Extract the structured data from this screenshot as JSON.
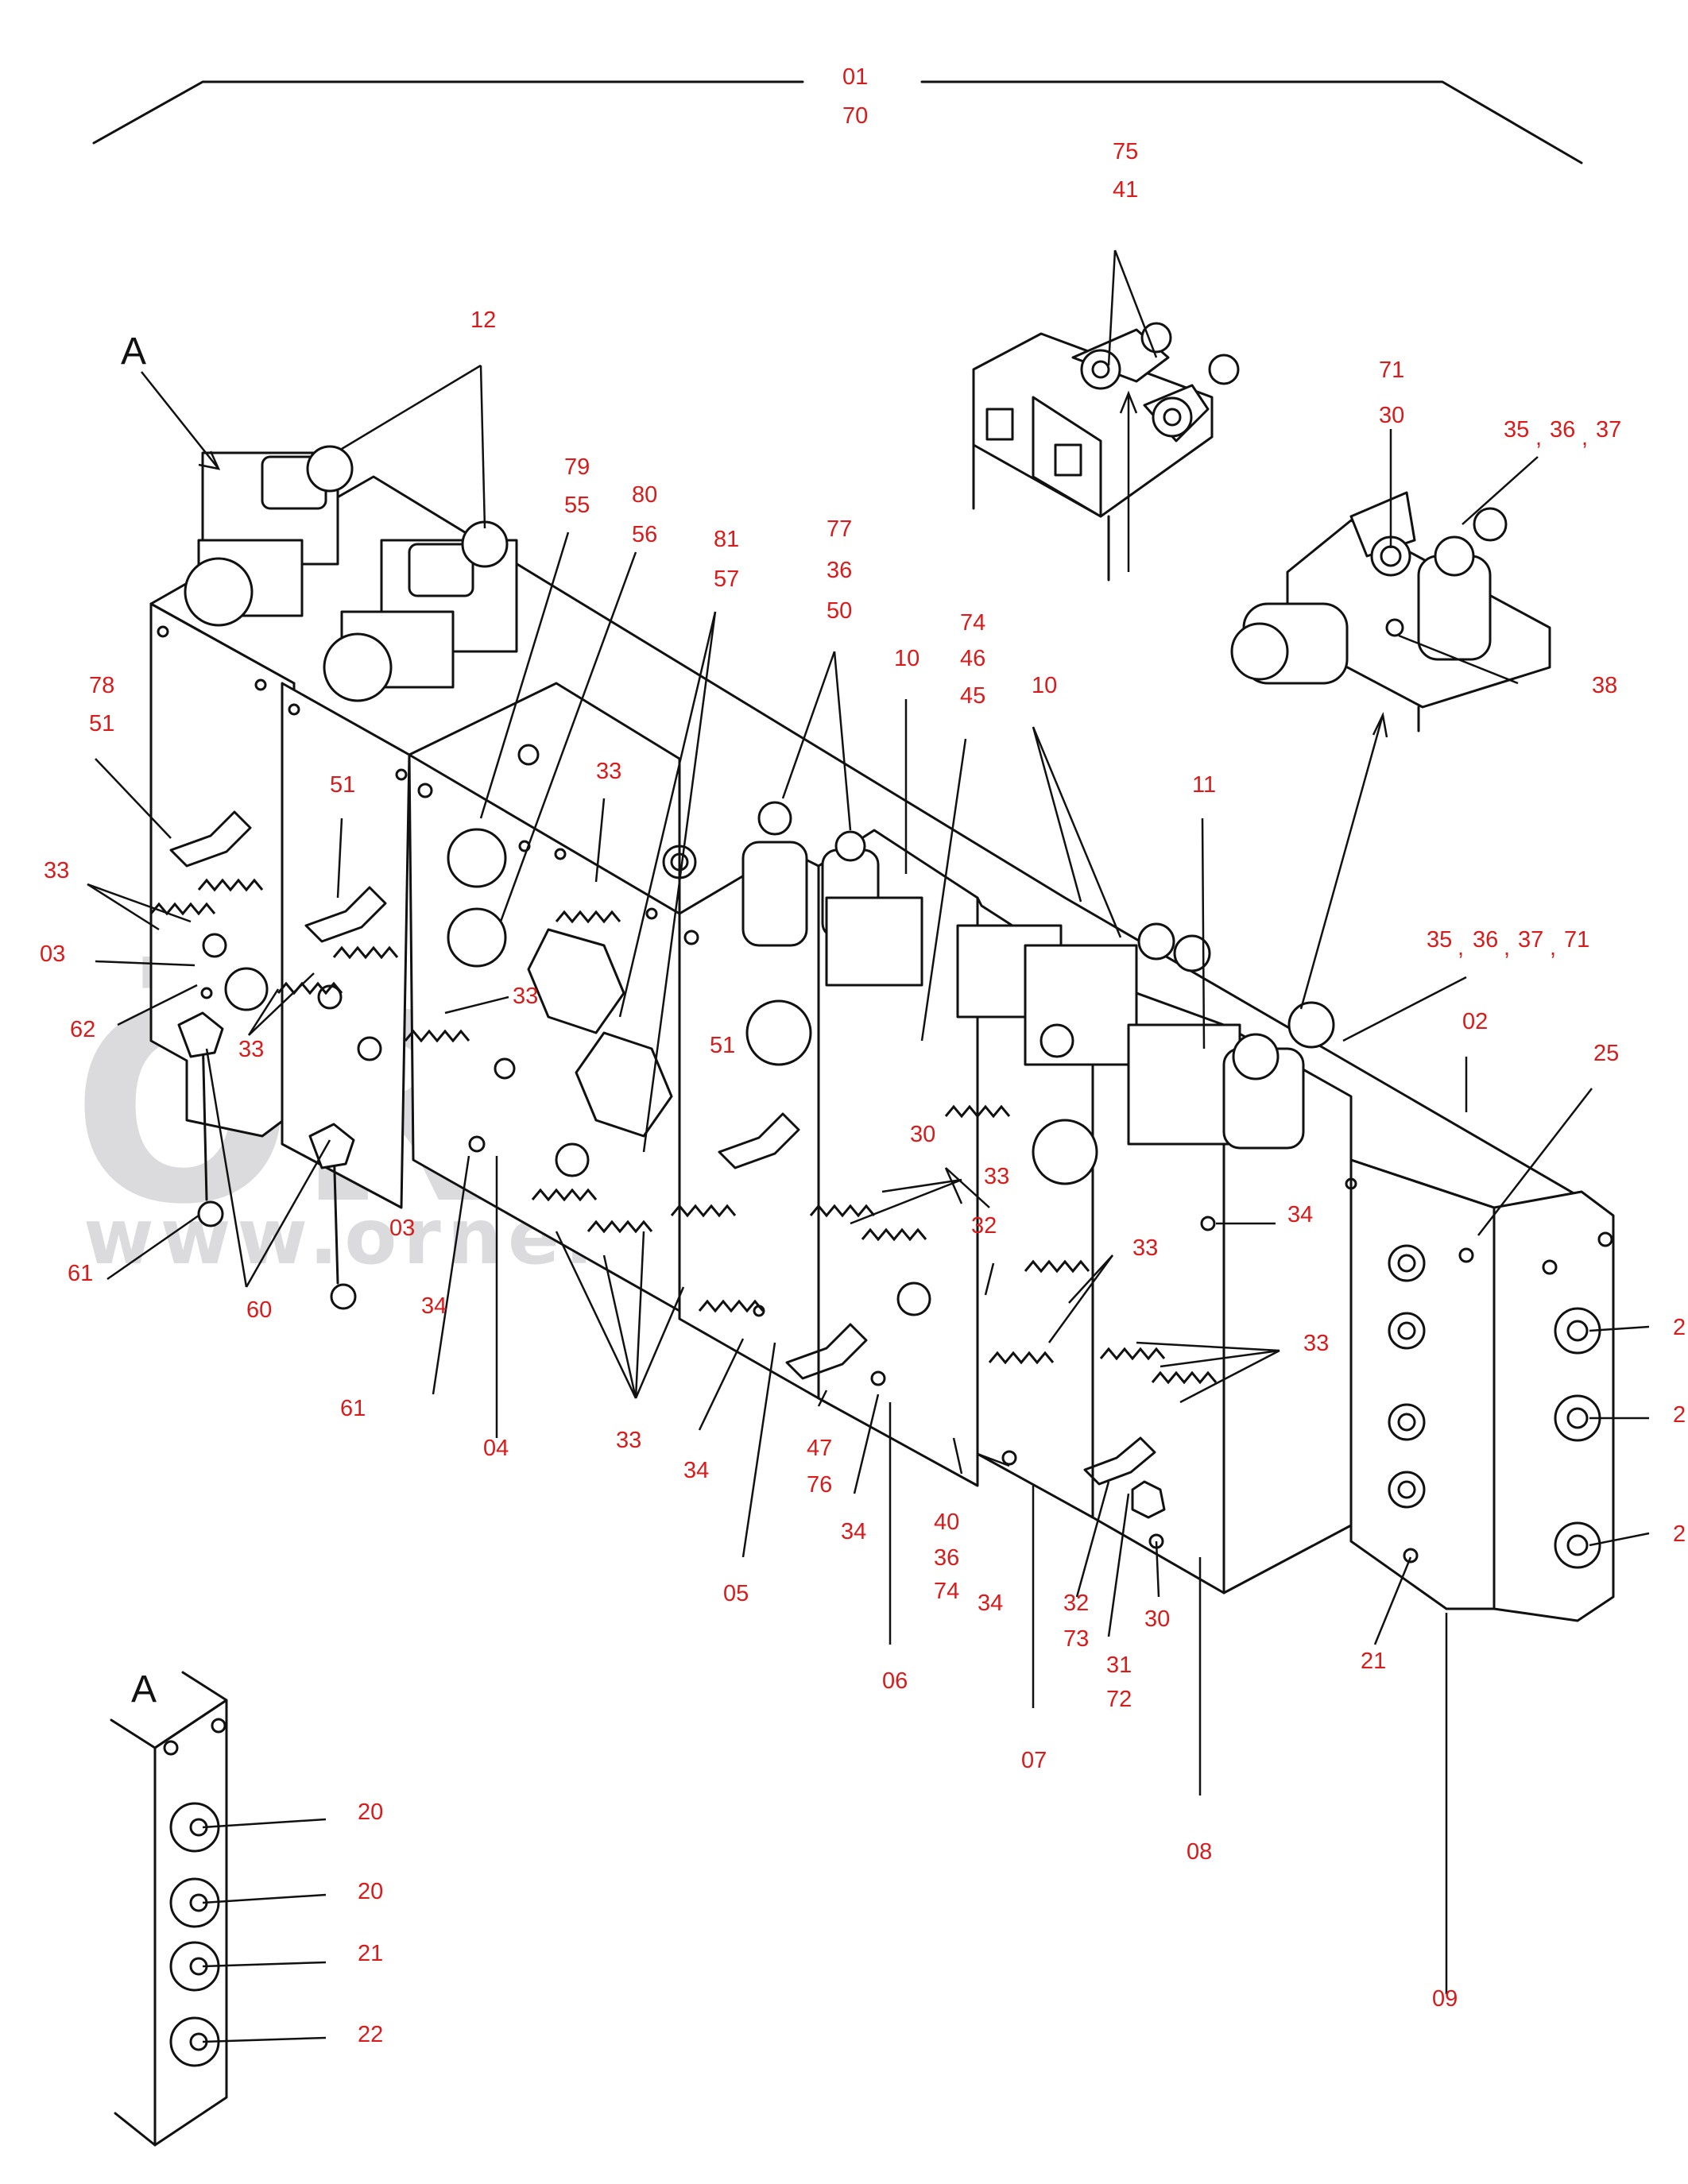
{
  "watermark": {
    "brand": "ÖRNEK",
    "url": "www.ornekismakinalari.com.tr"
  },
  "view_markers": {
    "view_a_top": "A",
    "view_a_detail": "A"
  },
  "labels": [
    {
      "id": "01",
      "text": "01"
    },
    {
      "id": "70",
      "text": "70"
    },
    {
      "id": "75",
      "text": "75"
    },
    {
      "id": "41",
      "text": "41"
    },
    {
      "id": "12",
      "text": "12"
    },
    {
      "id": "71a",
      "text": "71"
    },
    {
      "id": "30a",
      "text": "30"
    },
    {
      "id": "35a",
      "text": "35"
    },
    {
      "id": "ca1",
      "text": ","
    },
    {
      "id": "36a",
      "text": "36"
    },
    {
      "id": "ca2",
      "text": ","
    },
    {
      "id": "37a",
      "text": "37"
    },
    {
      "id": "79",
      "text": "79"
    },
    {
      "id": "55",
      "text": "55"
    },
    {
      "id": "80",
      "text": "80"
    },
    {
      "id": "56",
      "text": "56"
    },
    {
      "id": "81",
      "text": "81"
    },
    {
      "id": "57",
      "text": "57"
    },
    {
      "id": "77",
      "text": "77"
    },
    {
      "id": "36b",
      "text": "36"
    },
    {
      "id": "50",
      "text": "50"
    },
    {
      "id": "74a",
      "text": "74"
    },
    {
      "id": "46",
      "text": "46"
    },
    {
      "id": "45",
      "text": "45"
    },
    {
      "id": "10a",
      "text": "10"
    },
    {
      "id": "10b",
      "text": "10"
    },
    {
      "id": "38",
      "text": "38"
    },
    {
      "id": "78",
      "text": "78"
    },
    {
      "id": "51a",
      "text": "51"
    },
    {
      "id": "51b",
      "text": "51"
    },
    {
      "id": "51c",
      "text": "51"
    },
    {
      "id": "33a",
      "text": "33"
    },
    {
      "id": "33b",
      "text": "33"
    },
    {
      "id": "33c",
      "text": "33"
    },
    {
      "id": "33d",
      "text": "33"
    },
    {
      "id": "33e",
      "text": "33"
    },
    {
      "id": "33f",
      "text": "33"
    },
    {
      "id": "33g",
      "text": "33"
    },
    {
      "id": "33h",
      "text": "33"
    },
    {
      "id": "11",
      "text": "11"
    },
    {
      "id": "35b",
      "text": "35"
    },
    {
      "id": "cb1",
      "text": ","
    },
    {
      "id": "36c",
      "text": "36"
    },
    {
      "id": "cb2",
      "text": ","
    },
    {
      "id": "37b",
      "text": "37"
    },
    {
      "id": "cb3",
      "text": ","
    },
    {
      "id": "71b",
      "text": "71"
    },
    {
      "id": "02",
      "text": "02"
    },
    {
      "id": "25",
      "text": "25"
    },
    {
      "id": "03a",
      "text": "03"
    },
    {
      "id": "62",
      "text": "62"
    },
    {
      "id": "03b",
      "text": "03"
    },
    {
      "id": "30b",
      "text": "30"
    },
    {
      "id": "32a",
      "text": "32"
    },
    {
      "id": "34a",
      "text": "34"
    },
    {
      "id": "34b",
      "text": "34"
    },
    {
      "id": "34c",
      "text": "34"
    },
    {
      "id": "34d",
      "text": "34"
    },
    {
      "id": "34e",
      "text": "34"
    },
    {
      "id": "61a",
      "text": "61"
    },
    {
      "id": "60",
      "text": "60"
    },
    {
      "id": "61b",
      "text": "61"
    },
    {
      "id": "04",
      "text": "04"
    },
    {
      "id": "47",
      "text": "47"
    },
    {
      "id": "76",
      "text": "76"
    },
    {
      "id": "40",
      "text": "40"
    },
    {
      "id": "36d",
      "text": "36"
    },
    {
      "id": "74b",
      "text": "74"
    },
    {
      "id": "32b",
      "text": "32"
    },
    {
      "id": "73",
      "text": "73"
    },
    {
      "id": "31",
      "text": "31"
    },
    {
      "id": "72",
      "text": "72"
    },
    {
      "id": "30c",
      "text": "30"
    },
    {
      "id": "21a",
      "text": "21"
    },
    {
      "id": "05",
      "text": "05"
    },
    {
      "id": "06",
      "text": "06"
    },
    {
      "id": "07",
      "text": "07"
    },
    {
      "id": "08",
      "text": "08"
    },
    {
      "id": "09",
      "text": "09"
    },
    {
      "id": "20a",
      "text": "20"
    },
    {
      "id": "20b",
      "text": "20"
    },
    {
      "id": "21b",
      "text": "21"
    },
    {
      "id": "22",
      "text": "22"
    },
    {
      "id": "2x",
      "text": "2"
    },
    {
      "id": "2y",
      "text": "2"
    },
    {
      "id": "2z",
      "text": "2"
    }
  ]
}
